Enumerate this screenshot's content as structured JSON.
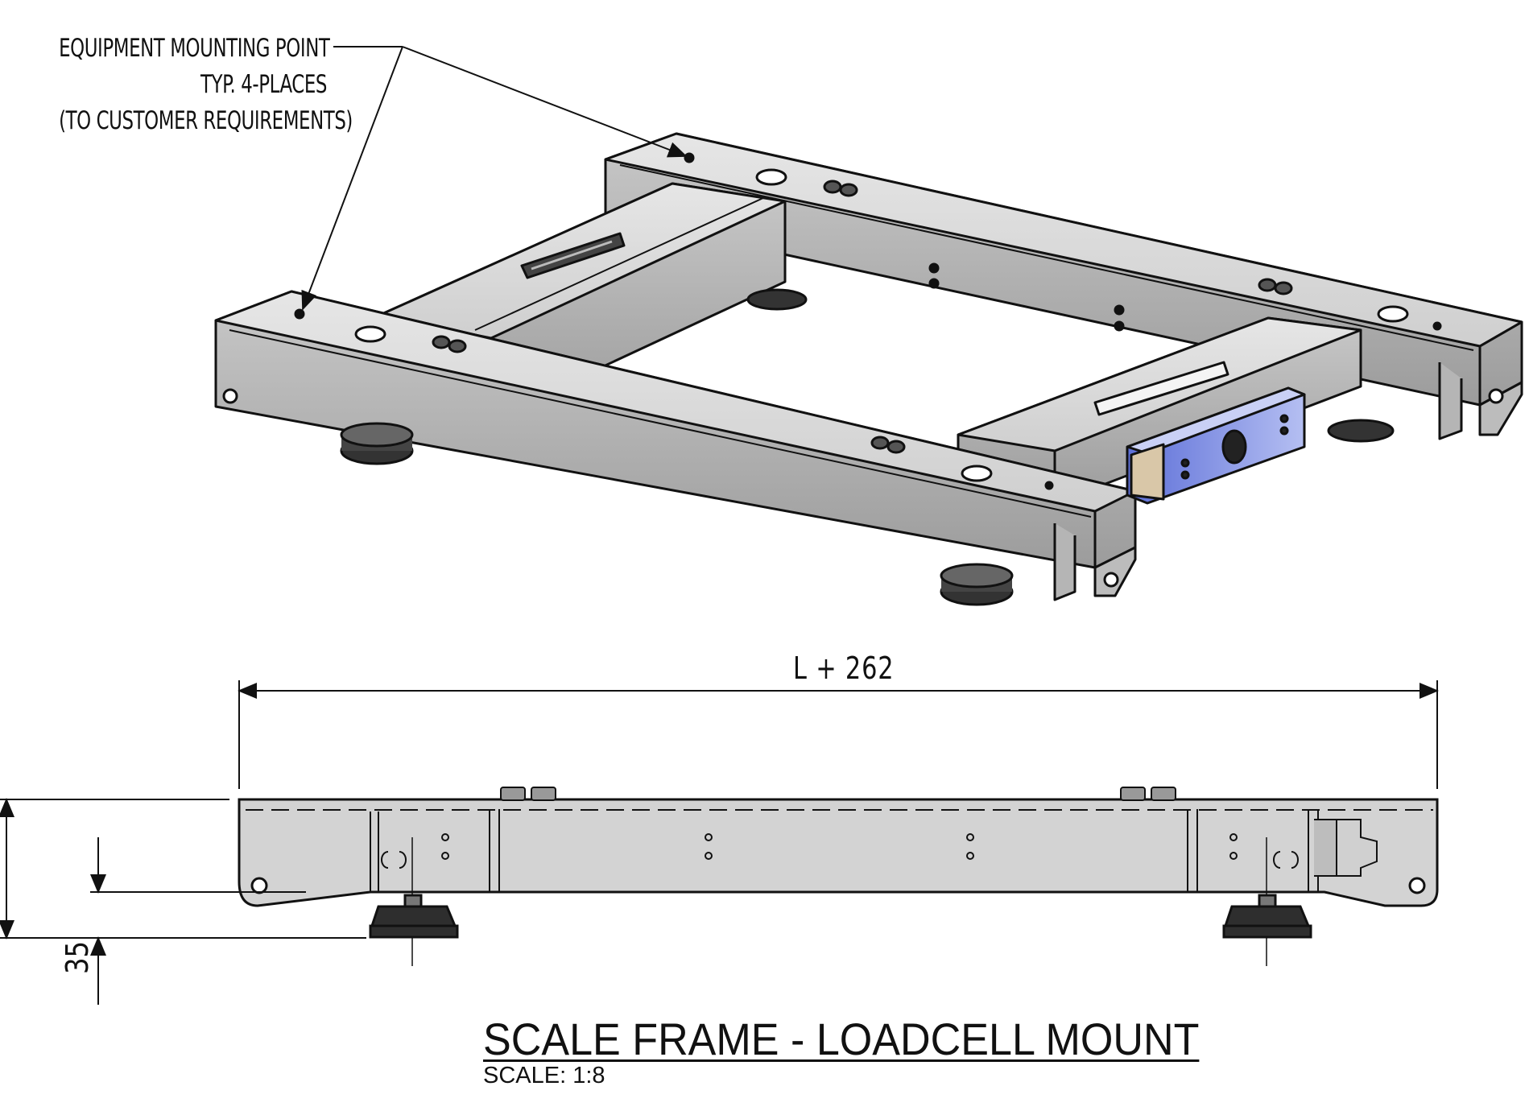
{
  "callout": {
    "line1": "EQUIPMENT MOUNTING POINT",
    "line2": "TYP. 4-PLACES",
    "line3": "(TO CUSTOMER REQUIREMENTS)"
  },
  "dimensions": {
    "length": "L + 262",
    "foot_height": "35"
  },
  "title": "SCALE FRAME - LOADCELL MOUNT",
  "scale": "SCALE: 1:8",
  "colors": {
    "frame_fill": "#d2d2d2",
    "frame_dark": "#a9a9a9",
    "outline": "#111111",
    "loadcell_blue": "#7f8fe8",
    "loadcell_tan": "#d9c7a8"
  }
}
